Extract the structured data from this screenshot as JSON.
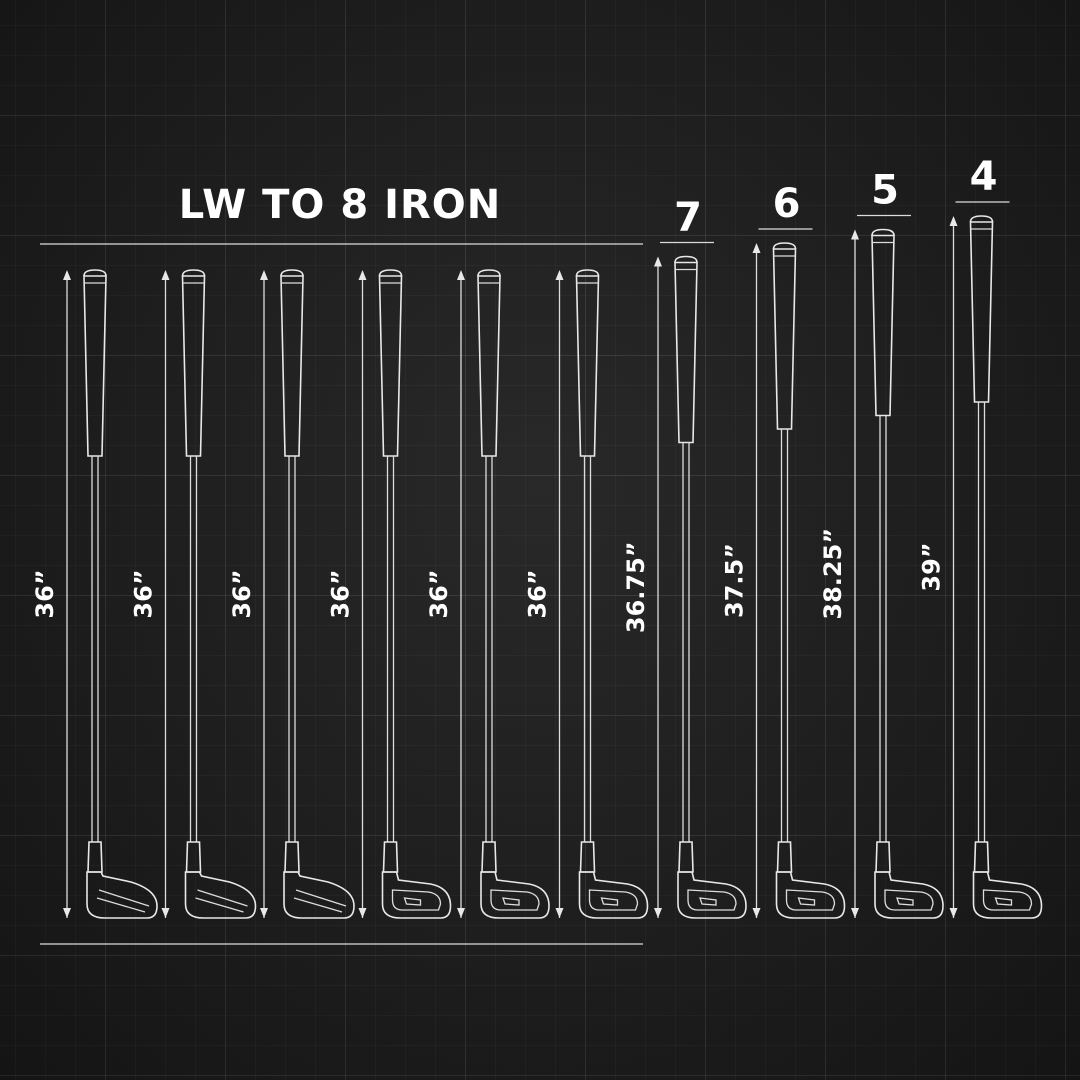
{
  "group_title": "LW TO 8 IRON",
  "colors": {
    "background": "#1f1f1f",
    "line": "#e8e8e8",
    "text": "#ffffff"
  },
  "clubs": [
    {
      "number": "",
      "length_label": "36”",
      "length": 36,
      "head": "wedge"
    },
    {
      "number": "",
      "length_label": "36”",
      "length": 36,
      "head": "wedge"
    },
    {
      "number": "",
      "length_label": "36”",
      "length": 36,
      "head": "wedge"
    },
    {
      "number": "",
      "length_label": "36”",
      "length": 36,
      "head": "cavity"
    },
    {
      "number": "",
      "length_label": "36”",
      "length": 36,
      "head": "cavity"
    },
    {
      "number": "",
      "length_label": "36”",
      "length": 36,
      "head": "cavity"
    },
    {
      "number": "7",
      "length_label": "36.75”",
      "length": 36.75,
      "head": "cavity"
    },
    {
      "number": "6",
      "length_label": "37.5”",
      "length": 37.5,
      "head": "cavity"
    },
    {
      "number": "5",
      "length_label": "38.25”",
      "length": 38.25,
      "head": "cavity"
    },
    {
      "number": "4",
      "length_label": "39”",
      "length": 39,
      "head": "cavity"
    }
  ]
}
